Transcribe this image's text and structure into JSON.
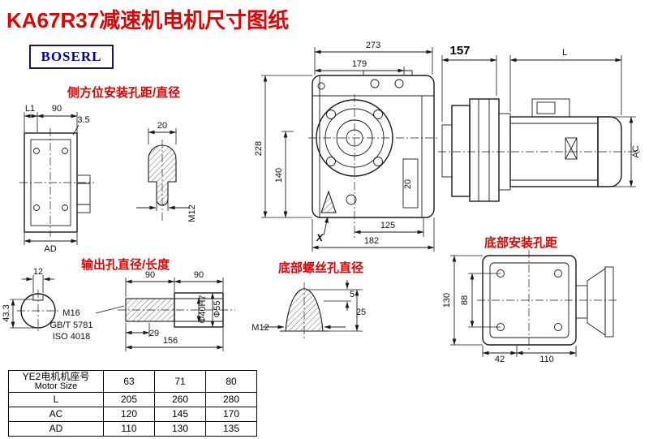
{
  "page": {
    "title": "KA67R37减速机电机尺寸图纸",
    "logo": "BOSERL"
  },
  "labels": {
    "side_mount": "侧方位安装孔距/直径",
    "output_hole": "输出孔直径/长度",
    "bottom_screw": "底部螺丝孔直径",
    "bottom_mount": "底部安装孔距"
  },
  "front": {
    "d273": "273",
    "d179": "179",
    "d228": "228",
    "d140": "140",
    "d20": "20",
    "d125": "125",
    "d182": "182",
    "x": "X"
  },
  "side": {
    "d157": "157",
    "L": "L",
    "AC": "AC"
  },
  "leftview": {
    "L1": "L1",
    "d90": "90",
    "d35": "3.5",
    "AD": "AD"
  },
  "keyhole": {
    "d20": "20",
    "m12": "M12"
  },
  "output": {
    "d12": "12",
    "d433": "43.3",
    "d90a": "90",
    "d90b": "90",
    "m16": "M16",
    "gb": "GB/T 5781",
    "iso": "ISO 4018",
    "d29": "29",
    "d156": "156",
    "d40": "Φ40H7",
    "d55": "Φ55"
  },
  "screw": {
    "m12": "M12",
    "d5": "5",
    "d25": "25"
  },
  "bottom": {
    "d130": "130",
    "d88": "88",
    "d42": "42",
    "d110": "110"
  },
  "table": {
    "header_cn": "YE2电机机座号",
    "header_en": "Motor Size",
    "cols": [
      "63",
      "71",
      "80"
    ],
    "rows": [
      {
        "label": "L",
        "values": [
          "205",
          "260",
          "280"
        ]
      },
      {
        "label": "AC",
        "values": [
          "120",
          "145",
          "170"
        ]
      },
      {
        "label": "AD",
        "values": [
          "110",
          "130",
          "135"
        ]
      }
    ]
  }
}
